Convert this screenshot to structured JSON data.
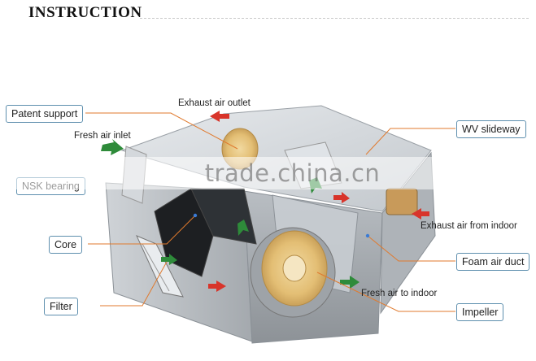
{
  "title": "INSTRUCTION",
  "labels": {
    "patent_support": "Patent support",
    "exhaust_air_outlet": "Exhaust air outlet",
    "fresh_air_inlet": "Fresh air inlet",
    "wv_slideway": "WV slideway",
    "nsk_bearing": "NSK bearing",
    "exhaust_air_from_indoor": "Exhaust air from indoor",
    "core": "Core",
    "foam_air_duct": "Foam air duct",
    "fresh_air_to_indoor": "Fresh air to indoor",
    "filter": "Filter",
    "impeller": "Impeller"
  },
  "watermark": "trade.china.cn",
  "colors": {
    "box_border": "#5e8fae",
    "leader_line": "#e07a2e",
    "arrow_red": "#d8342a",
    "arrow_green": "#2e8b3a",
    "casing": "#b9bfc4"
  }
}
